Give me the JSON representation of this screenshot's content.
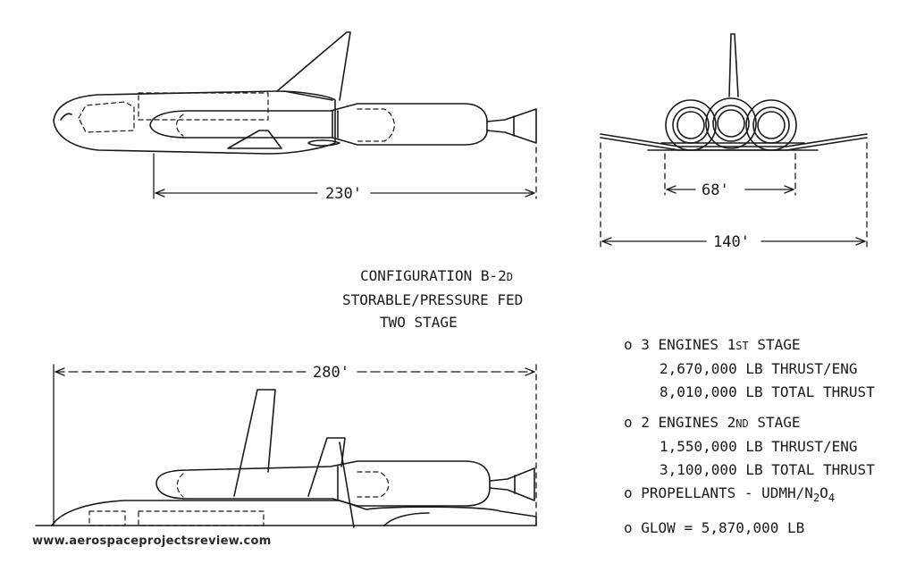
{
  "dimensions": {
    "side_view_length": "230'",
    "front_view_engine_span": "68'",
    "front_view_wing_span": "140'",
    "mated_length": "280'"
  },
  "title": {
    "line1": "CONFIGURATION B-2",
    "line1_suffix": "D",
    "line2": "STORABLE/PRESSURE FED",
    "line3": "TWO STAGE"
  },
  "specs": {
    "bullet": "o",
    "engines1_prefix": "3 ENGINES 1",
    "engines1_ordinal": "ST",
    "engines1_suffix": " STAGE",
    "engines1_thrust": "2,670,000 LB THRUST/ENG",
    "engines1_total": "8,010,000 LB TOTAL THRUST",
    "engines2_prefix": "2 ENGINES 2",
    "engines2_ordinal": "ND",
    "engines2_suffix": " STAGE",
    "engines2_thrust": "1,550,000 LB THRUST/ENG",
    "engines2_total": "3,100,000 LB TOTAL THRUST",
    "propellants": "PROPELLANTS - UDMH/N",
    "propellants_sub1": "2",
    "propellants_o": "O",
    "propellants_sub2": "4",
    "glow": "GLOW = 5,870,000 LB"
  },
  "watermark": "www.aerospaceprojectsreview.com"
}
